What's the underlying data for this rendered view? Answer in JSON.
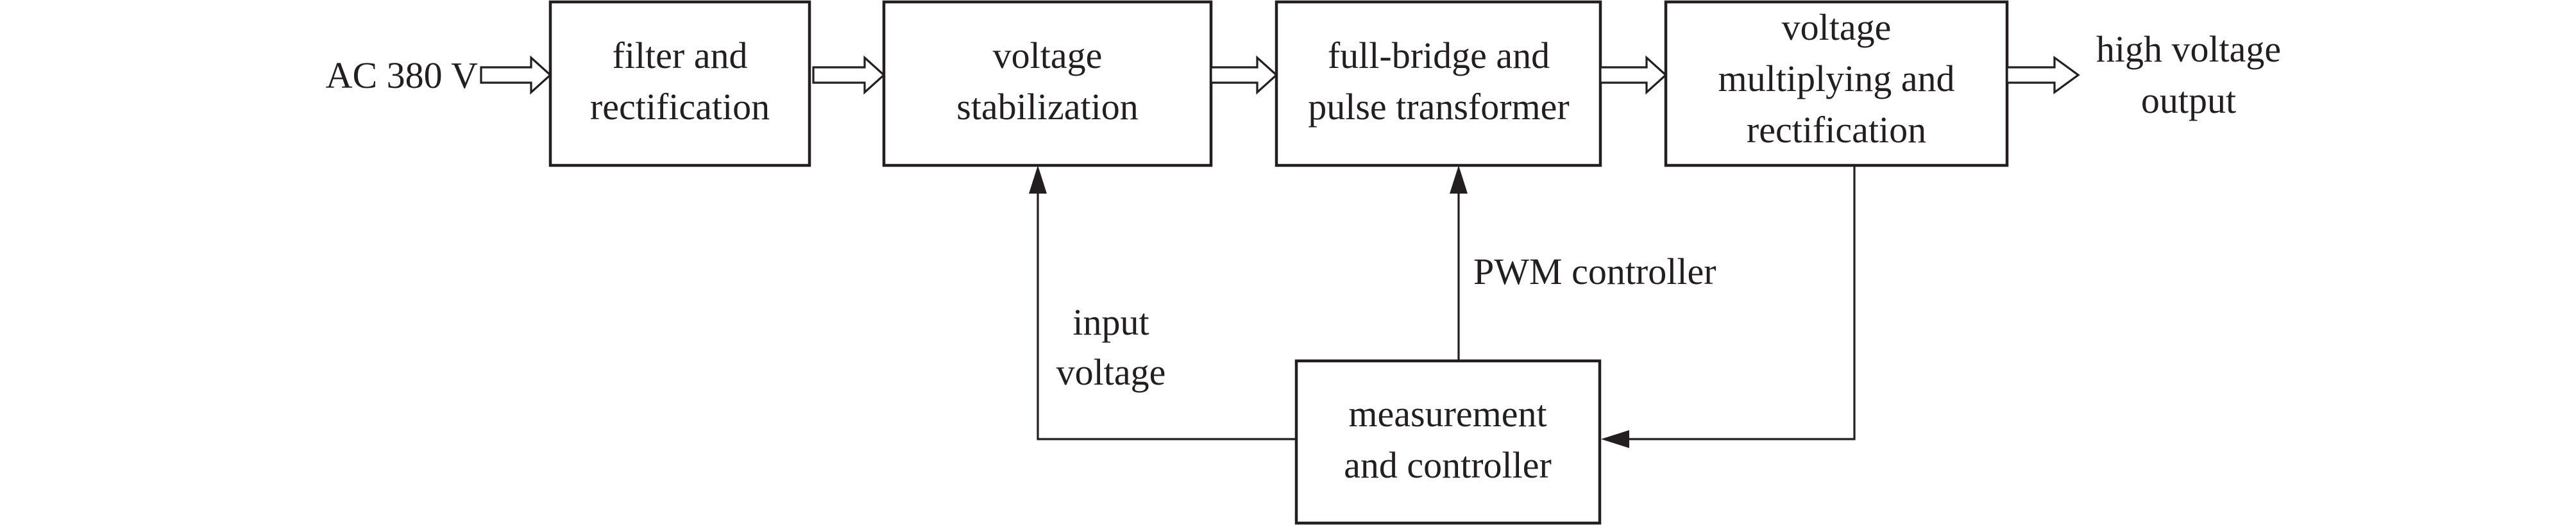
{
  "diagram": {
    "input": {
      "label": "AC 380 V"
    },
    "blocks": {
      "filter": {
        "lines": [
          "filter and",
          "rectification"
        ]
      },
      "stabilization": {
        "lines": [
          "voltage",
          "stabilization"
        ]
      },
      "fullbridge": {
        "lines": [
          "full-bridge and",
          "pulse transformer"
        ]
      },
      "multiplier": {
        "lines": [
          "voltage",
          "multiplying and",
          "rectification"
        ]
      },
      "measurement": {
        "lines": [
          "measurement",
          "and controller"
        ]
      }
    },
    "output": {
      "lines": [
        "high voltage",
        "output"
      ]
    },
    "feedback_labels": {
      "input_voltage": [
        "input",
        "voltage"
      ],
      "pwm": "PWM controller"
    },
    "colors": {
      "ink": "#231f20",
      "background": "#ffffff"
    }
  }
}
